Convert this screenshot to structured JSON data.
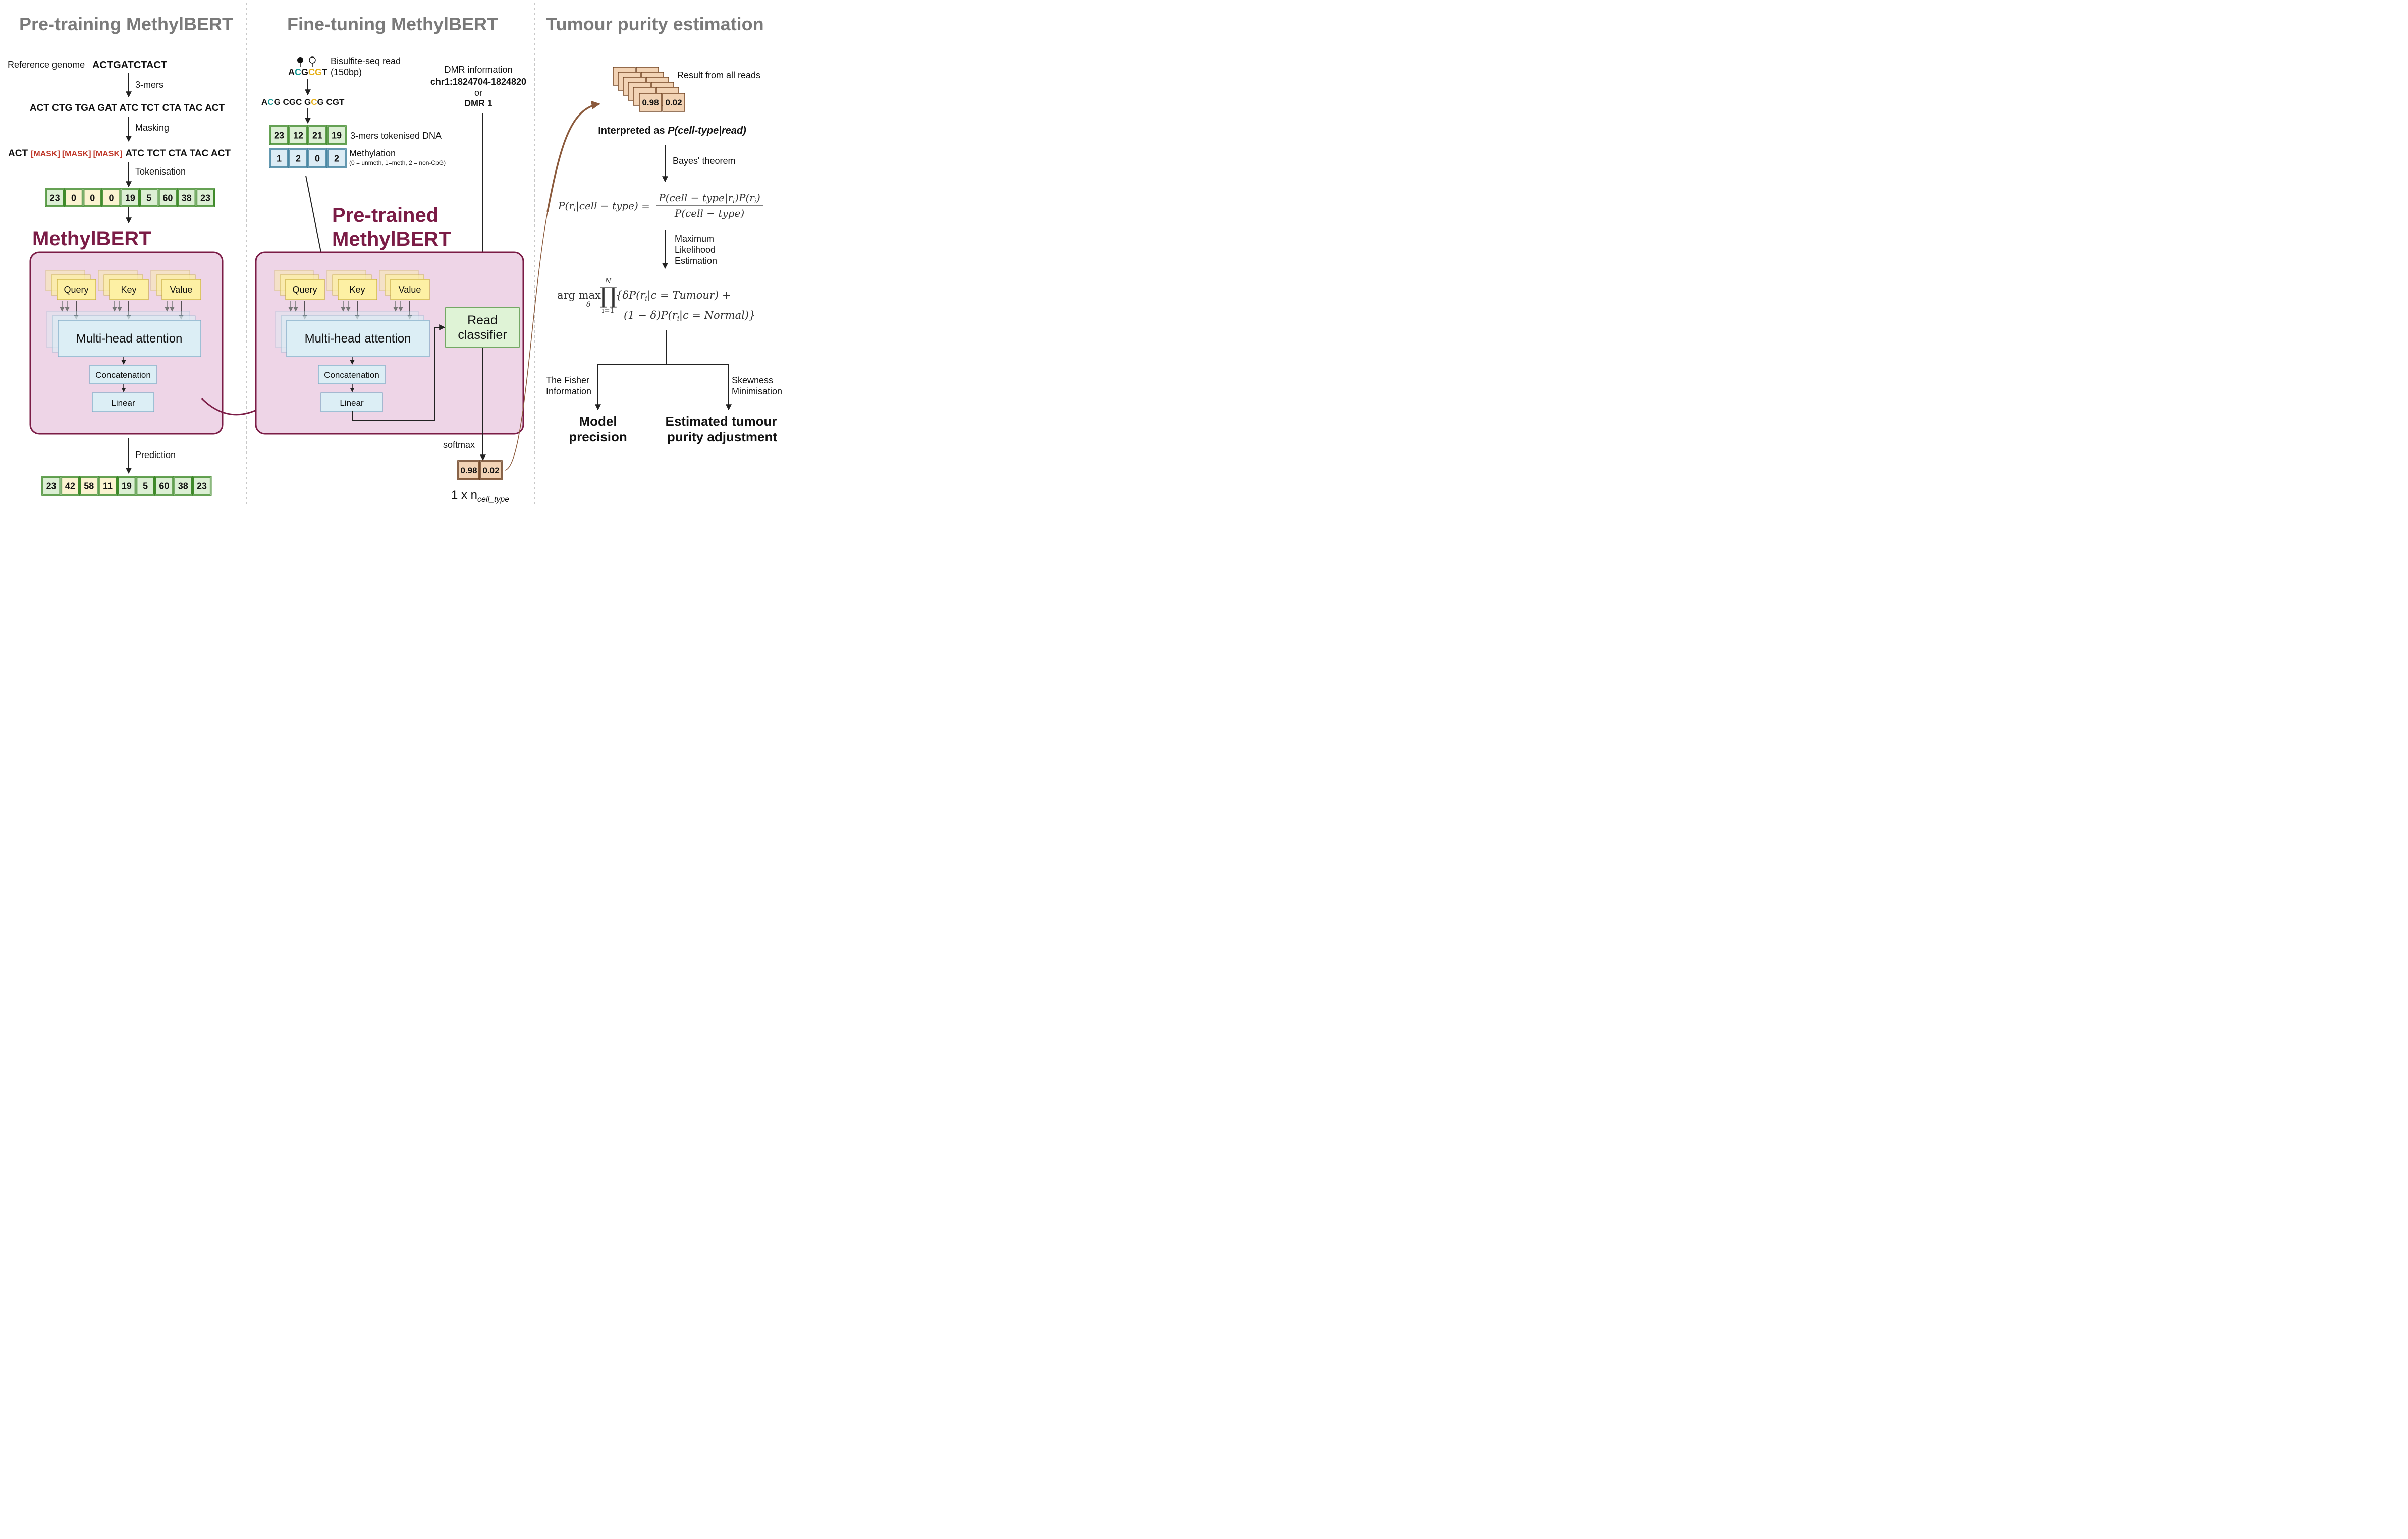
{
  "colors": {
    "title_gray": "#7a7a7a",
    "maroon": "#7b1c46",
    "mask_red": "#c0392b",
    "teal": "#1a9a95",
    "yellow": "#e7b21c",
    "token_green_fill": "#dcefd4",
    "token_green_stroke": "#3f8a2a",
    "token_yellow_fill": "#fbf3d1",
    "token_blue_fill": "#dcecf5",
    "token_blue_stroke": "#3d7f9c",
    "result_fill": "#f2d3b5",
    "result_stroke": "#6b3e1d",
    "panel_fill": "#eed5e7",
    "panel_stroke": "#7b1c46",
    "qkv_fill": "#fdf0a4",
    "qkv_stroke": "#c6a93a",
    "mha_fill": "#dceef5",
    "mha_stroke": "#7da8c4",
    "classifier_fill": "#dff3d6",
    "classifier_stroke": "#4c9a3a",
    "brown_arrow": "#8b5a3c"
  },
  "section_titles": {
    "pretraining": "Pre-training MethylBERT",
    "finetuning": "Fine-tuning MethylBERT",
    "purity": "Tumour purity estimation"
  },
  "pretraining": {
    "ref_label": "Reference genome",
    "ref_seq": "ACTGATCTACT",
    "step_kmers": "3-mers",
    "kmers_seq": "ACT CTG TGA GAT ATC TCT CTA TAC ACT",
    "step_masking": "Masking",
    "masked_prefix": "ACT",
    "mask_tokens": [
      "[MASK]",
      "[MASK]",
      "[MASK]"
    ],
    "masked_suffix": "ATC TCT CTA TAC ACT",
    "step_tokenisation": "Tokenisation",
    "tokens": [
      {
        "v": "23",
        "c": "green"
      },
      {
        "v": "0",
        "c": "yellow"
      },
      {
        "v": "0",
        "c": "yellow"
      },
      {
        "v": "0",
        "c": "yellow"
      },
      {
        "v": "19",
        "c": "green"
      },
      {
        "v": "5",
        "c": "green"
      },
      {
        "v": "60",
        "c": "green"
      },
      {
        "v": "38",
        "c": "green"
      },
      {
        "v": "23",
        "c": "green"
      }
    ],
    "model_title": "MethylBERT",
    "query": "Query",
    "key": "Key",
    "value": "Value",
    "mha": "Multi-head attention",
    "concat": "Concatenation",
    "linear": "Linear",
    "step_prediction": "Prediction",
    "prediction_tokens": [
      {
        "v": "23",
        "c": "green"
      },
      {
        "v": "42",
        "c": "yellow"
      },
      {
        "v": "58",
        "c": "yellow"
      },
      {
        "v": "11",
        "c": "yellow"
      },
      {
        "v": "19",
        "c": "green"
      },
      {
        "v": "5",
        "c": "green"
      },
      {
        "v": "60",
        "c": "green"
      },
      {
        "v": "38",
        "c": "green"
      },
      {
        "v": "23",
        "c": "green"
      }
    ]
  },
  "finetuning": {
    "read_label_1": "Bisulfite-seq read",
    "read_label_2": "(150bp)",
    "read_seq": [
      {
        "t": "A",
        "c": "black"
      },
      {
        "t": "C",
        "c": "teal"
      },
      {
        "t": "G",
        "c": "black"
      },
      {
        "t": "C",
        "c": "yellow"
      },
      {
        "t": "G",
        "c": "yellow"
      },
      {
        "t": "T",
        "c": "black"
      }
    ],
    "kmer_seq": [
      {
        "t": "A",
        "c": "black"
      },
      {
        "t": "C",
        "c": "teal"
      },
      {
        "t": "G CGC G",
        "c": "black"
      },
      {
        "t": "C",
        "c": "yellow"
      },
      {
        "t": "G CGT",
        "c": "black"
      }
    ],
    "dna_tokens": [
      "23",
      "12",
      "21",
      "19"
    ],
    "dna_label": "3-mers tokenised DNA",
    "meth_tokens": [
      "1",
      "2",
      "0",
      "2"
    ],
    "meth_label": "Methylation",
    "meth_note": "(0 = unmeth, 1=meth, 2 = non-CpG)",
    "dmr_label": "DMR information",
    "dmr_coords": "chr1:1824704-1824820",
    "dmr_or": "or",
    "dmr_name": "DMR 1",
    "model_title_1": "Pre-trained",
    "model_title_2": "MethylBERT",
    "query": "Query",
    "key": "Key",
    "value": "Value",
    "mha": "Multi-head attention",
    "concat": "Concatenation",
    "linear": "Linear",
    "classifier_1": "Read",
    "classifier_2": "classifier",
    "softmax": "softmax",
    "output": [
      "0.98",
      "0.02"
    ],
    "output_dim_prefix": "1 x n",
    "output_dim_sub": "cell_type"
  },
  "purity": {
    "result_label": "Result from all reads",
    "result_values": [
      "0.98",
      "0.02"
    ],
    "interp_prefix": "Interpreted as ",
    "interp_formula": "P(cell-type|read)",
    "step_bayes": "Bayes' theorem",
    "bayes_lhs": "P(r",
    "bayes_lhs_2": "|cell − type) =",
    "bayes_num": "P(cell − type|r",
    "bayes_num_2": ")P(r",
    "bayes_num_3": ")",
    "bayes_den": "P(cell − type)",
    "step_mle_1": "Maximum",
    "step_mle_2": "Likelihood",
    "step_mle_3": "Estimation",
    "mle_argmax": "arg max",
    "mle_delta": "δ",
    "mle_N": "N",
    "mle_i1": "i=1",
    "mle_line1": "{δP(r",
    "mle_line1b": "|c = Tumour) +",
    "mle_line2": "(1 − δ)P(r",
    "mle_line2b": "|c = Normal)}",
    "left_branch_1": "The Fisher",
    "left_branch_2": "Information",
    "right_branch_1": "Skewness",
    "right_branch_2": "Minimisation",
    "out_left_1": "Model",
    "out_left_2": "precision",
    "out_right_1": "Estimated tumour",
    "out_right_2": "purity adjustment"
  }
}
